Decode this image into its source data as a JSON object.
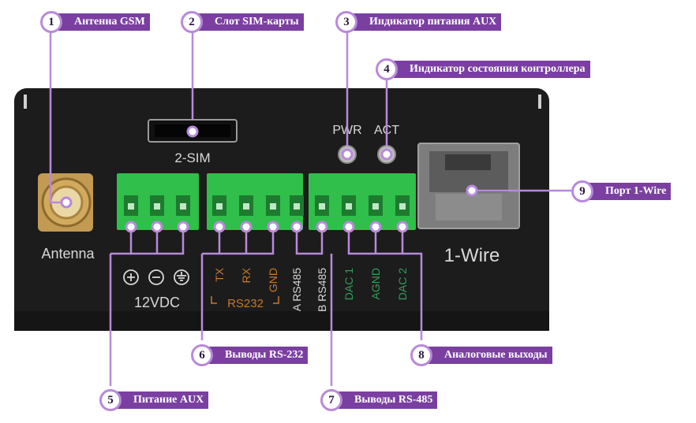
{
  "colors": {
    "device": "#1c1c1c",
    "accent": "#b989dc",
    "label_bg": "#7a3fa0",
    "terminal": "#2fbf4a",
    "rs232": "#c87a2a",
    "analog": "#2fa05a"
  },
  "device": {
    "sim_label": "2-SIM",
    "pwr_label": "PWR",
    "act_label": "ACT",
    "antenna_label": "Antenna",
    "onewire_label": "1-Wire",
    "voltage_label": "12VDC",
    "rs232_group_label": "RS232",
    "pins": [
      "TX",
      "RX",
      "GND",
      "A RS485",
      "B RS485",
      "DAC 1",
      "AGND",
      "DAC 2"
    ],
    "power_icons": [
      "plus-icon",
      "minus-icon",
      "ground-icon"
    ]
  },
  "callouts": [
    {
      "n": "1",
      "text": "Антенна GSM"
    },
    {
      "n": "2",
      "text": "Слот SIM-карты"
    },
    {
      "n": "3",
      "text": "Индикатор питания AUX"
    },
    {
      "n": "4",
      "text": "Индикатор состояния контроллера"
    },
    {
      "n": "5",
      "text": "Питание AUX"
    },
    {
      "n": "6",
      "text": "Выводы RS-232"
    },
    {
      "n": "7",
      "text": "Выводы RS-485"
    },
    {
      "n": "8",
      "text": "Аналоговые выходы"
    },
    {
      "n": "9",
      "text": "Порт 1-Wire"
    }
  ]
}
